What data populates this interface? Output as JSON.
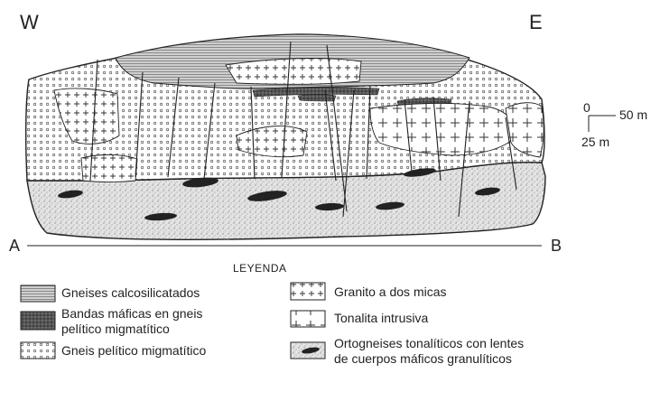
{
  "orientation": {
    "west": "W",
    "east": "E"
  },
  "section_line": {
    "start": "A",
    "end": "B"
  },
  "scale_bar": {
    "origin": "0",
    "horizontal": "50 m",
    "vertical": "25 m"
  },
  "legend": {
    "title": "LEYENDA",
    "items": [
      {
        "id": "calcsilicate",
        "label": "Gneises calcosilicatados",
        "pattern": "fine-horizontal-hatch"
      },
      {
        "id": "mafic-bands",
        "label": "Bandas máficas en gneis pelítico migmatítico",
        "label_lines": [
          "Bandas máficas en gneis",
          "pelítico migmatítico"
        ],
        "pattern": "dark-stipple"
      },
      {
        "id": "pelitic-gneiss",
        "label": "Gneis pelítico migmatítico",
        "pattern": "small-circles"
      },
      {
        "id": "two-mica-granite",
        "label": "Granito a dos micas",
        "pattern": "dense-crosses"
      },
      {
        "id": "tonalite",
        "label": "Tonalita intrusiva",
        "pattern": "sparse-crosses"
      },
      {
        "id": "orthogneiss",
        "label": "Ortogneises tonalíticos con lentes de cuerpos máficos granulíticos",
        "label_lines": [
          "Ortogneises tonalíticos con lentes",
          "de cuerpos máficos granulíticos"
        ],
        "pattern": "stipple-with-lens"
      }
    ]
  },
  "colors": {
    "ink": "#222222",
    "stipple": "#9a9a9a",
    "background": "#ffffff",
    "mafic": "#3a3a3a"
  }
}
